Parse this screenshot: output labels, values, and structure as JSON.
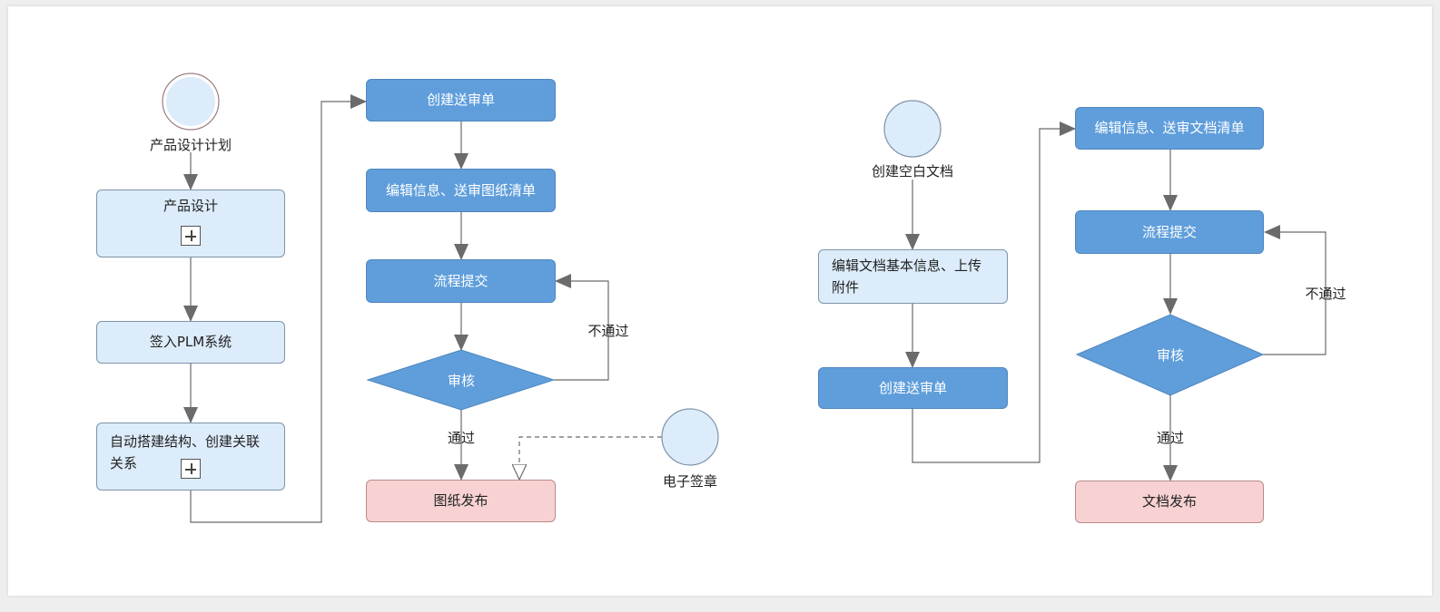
{
  "left_flow": {
    "start_event": "产品设计计划",
    "product_design": "产品设计",
    "checkin_plm": "签入PLM系统",
    "auto_build": "自动搭建结构、创建关联关系",
    "create_review": "创建送审单",
    "edit_drawing_list": "编辑信息、送审图纸清单",
    "submit_flow": "流程提交",
    "review": "审核",
    "reject_label": "不通过",
    "pass_label": "通过",
    "publish_drawing": "图纸发布",
    "e_signature": "电子签章"
  },
  "right_flow": {
    "start_event": "创建空白文档",
    "edit_doc_info": "编辑文档基本信息、上传附件",
    "create_review": "创建送审单",
    "edit_doc_list": "编辑信息、送审文档清单",
    "submit_flow": "流程提交",
    "review": "审核",
    "reject_label": "不通过",
    "pass_label": "通过",
    "publish_doc": "文档发布"
  },
  "colors": {
    "light_box": "#dcecfa",
    "dark_box": "#5f9edb",
    "publish_box": "#f8d2d2",
    "connector": "#6b6b6b"
  }
}
